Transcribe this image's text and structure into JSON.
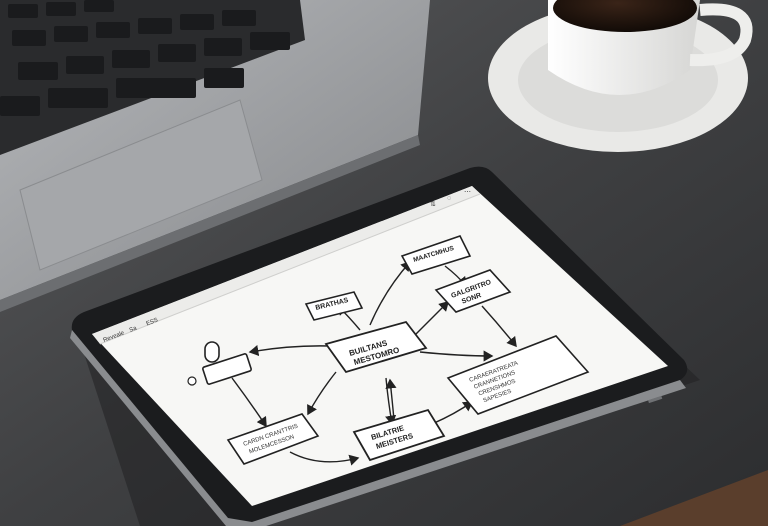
{
  "scene": {
    "description_free": true,
    "colors": {
      "desk": "#3b3c3e",
      "laptop": "#9a9c9f",
      "tablet_bezel": "#1b1c1e",
      "screen": "#f7f7f5",
      "coffee": "#2a1a12",
      "cup": "#f4f4f2"
    }
  },
  "tablet": {
    "toolbar": {
      "left_labels": [
        "Reveale",
        "Sa",
        "ESS"
      ],
      "right_icons": [
        "share-icon",
        "settings-icon",
        "more-icon"
      ]
    },
    "diagram": {
      "nodes": [
        {
          "id": "center",
          "lines": [
            "BUILTANS",
            "MESTOMRO"
          ]
        },
        {
          "id": "top-left",
          "lines": [
            "BRATHAS"
          ]
        },
        {
          "id": "top-right",
          "lines": [
            "MAATCMHUS"
          ]
        },
        {
          "id": "right-upper",
          "lines": [
            "GALGRITRO",
            "SONR"
          ]
        },
        {
          "id": "right-lower",
          "lines": [
            "CARAERATREATA",
            "CRANNETIONS",
            "CRENSHMOS",
            "SAPESIES"
          ]
        },
        {
          "id": "bottom-center",
          "lines": [
            "BILATRIE",
            "MEISTERS"
          ]
        },
        {
          "id": "bottom-left",
          "lines": [
            "CARDN CRANTTRIS",
            "MOLEMCESSON"
          ]
        },
        {
          "id": "left-device",
          "lines": []
        }
      ]
    }
  }
}
